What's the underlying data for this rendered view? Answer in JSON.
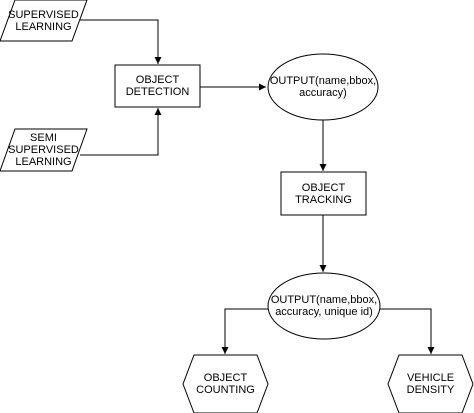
{
  "diagram": {
    "nodes": {
      "supervised": {
        "text": "SUPERVISED\nLEARNING",
        "shape": "parallelogram"
      },
      "semi_supervised": {
        "text": "SEMI\nSUPERVISED\nLEARNING",
        "shape": "parallelogram"
      },
      "object_detection": {
        "text": "OBJECT\nDETECTION",
        "shape": "rectangle"
      },
      "output_1": {
        "text": "OUTPUT(name,bbox,\naccuracy)",
        "shape": "ellipse"
      },
      "object_tracking": {
        "text": "OBJECT\nTRACKING",
        "shape": "rectangle"
      },
      "output_2": {
        "text": "OUTPUT(name,bbox,\naccuracy, unique id)",
        "shape": "ellipse"
      },
      "object_counting": {
        "text": "OBJECT\nCOUNTING",
        "shape": "hexagon"
      },
      "vehicle_density": {
        "text": "VEHICLE\nDENSITY",
        "shape": "hexagon"
      }
    },
    "edges": [
      {
        "from": "supervised",
        "to": "object_detection"
      },
      {
        "from": "semi_supervised",
        "to": "object_detection"
      },
      {
        "from": "object_detection",
        "to": "output_1"
      },
      {
        "from": "output_1",
        "to": "object_tracking"
      },
      {
        "from": "object_tracking",
        "to": "output_2"
      },
      {
        "from": "output_2",
        "to": "object_counting"
      },
      {
        "from": "output_2",
        "to": "vehicle_density"
      }
    ],
    "colors": {
      "stroke": "#000000",
      "fill": "#ffffff"
    }
  }
}
